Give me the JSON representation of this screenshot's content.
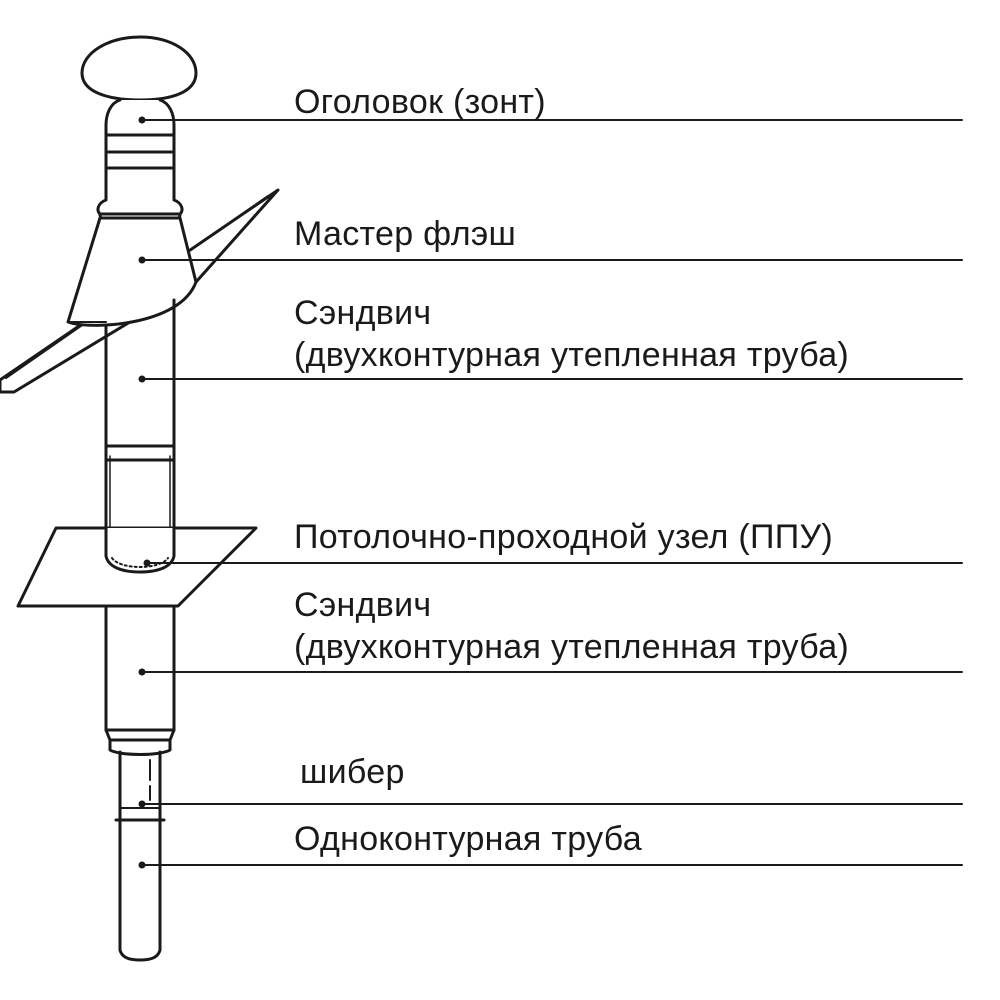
{
  "diagram": {
    "labels": {
      "cap": "Оголовок (зонт)",
      "master_flash": "Мастер флэш",
      "sandwich_upper_l1": "Сэндвич",
      "sandwich_upper_l2": "(двухконтурная утепленная труба)",
      "ceiling_unit": "Потолочно-проходной узел (ППУ)",
      "sandwich_lower_l1": "Сэндвич",
      "sandwich_lower_l2": "(двухконтурная утепленная труба)",
      "damper": "шибер",
      "single_wall_pipe": "Одноконтурная труба"
    },
    "colors": {
      "stroke": "#1a1a1a",
      "background": "#ffffff"
    }
  }
}
